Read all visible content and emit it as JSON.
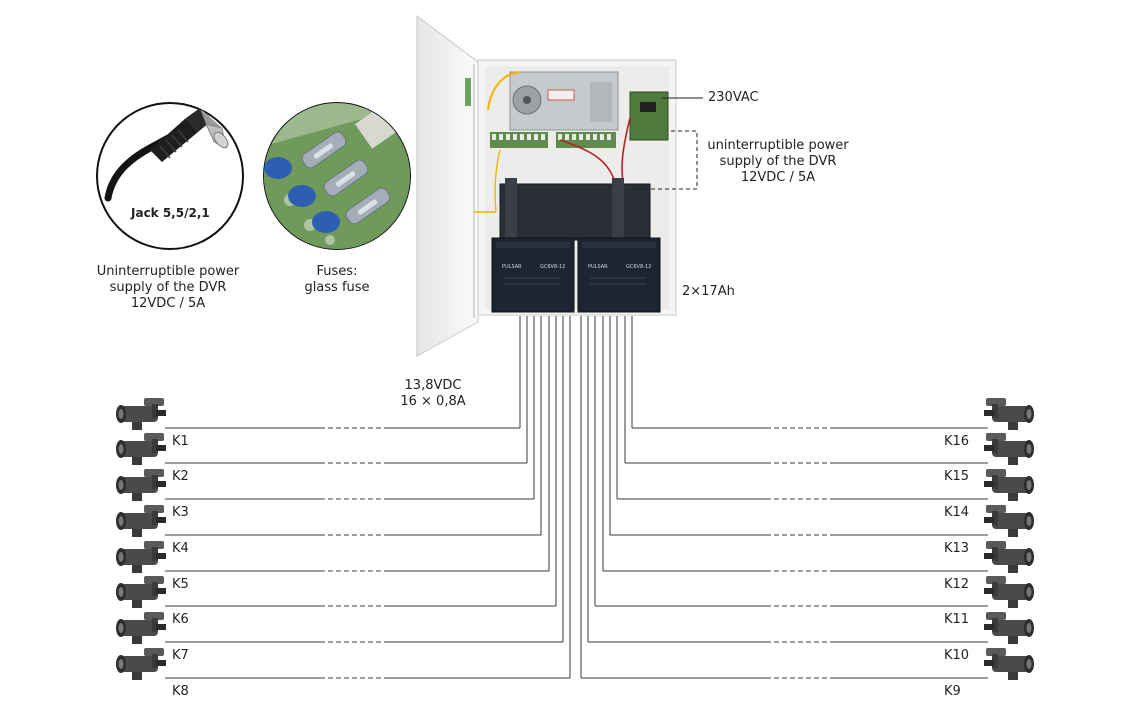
{
  "labels": {
    "mains": "230VAC",
    "dvr_supply_right": [
      "uninterruptible power",
      "supply of the DVR",
      "12VDC / 5A"
    ],
    "dvr_supply_left": [
      "Uninterruptible power",
      "supply of the DVR",
      "12VDC / 5A"
    ],
    "jack": "Jack 5,5/2,1",
    "fuses": [
      "Fuses:",
      "glass fuse"
    ],
    "battery": "2×17Ah",
    "outputs": [
      "13,8VDC",
      "16 × 0,8A"
    ]
  },
  "battery_units": [
    {
      "brand": "PULSAR",
      "model": "GC6V8-12"
    },
    {
      "brand": "PULSAR",
      "model": "GC6V8-12"
    }
  ],
  "cameras_left": [
    {
      "label": "K1"
    },
    {
      "label": "K2"
    },
    {
      "label": "K3"
    },
    {
      "label": "K4"
    },
    {
      "label": "K5"
    },
    {
      "label": "K6"
    },
    {
      "label": "K7"
    },
    {
      "label": "K8"
    }
  ],
  "cameras_right": [
    {
      "label": "K16"
    },
    {
      "label": "K15"
    },
    {
      "label": "K14"
    },
    {
      "label": "K13"
    },
    {
      "label": "K12"
    },
    {
      "label": "K11"
    },
    {
      "label": "K10"
    },
    {
      "label": "K9"
    }
  ],
  "colors": {
    "wire": "#3a3a3a",
    "enclosure": "#f4f5f3",
    "battery": "#1f2530",
    "camera": "#4a4a4a",
    "pcb_green": "#5d8a4a",
    "fuse_blue": "#2d5fb0"
  }
}
